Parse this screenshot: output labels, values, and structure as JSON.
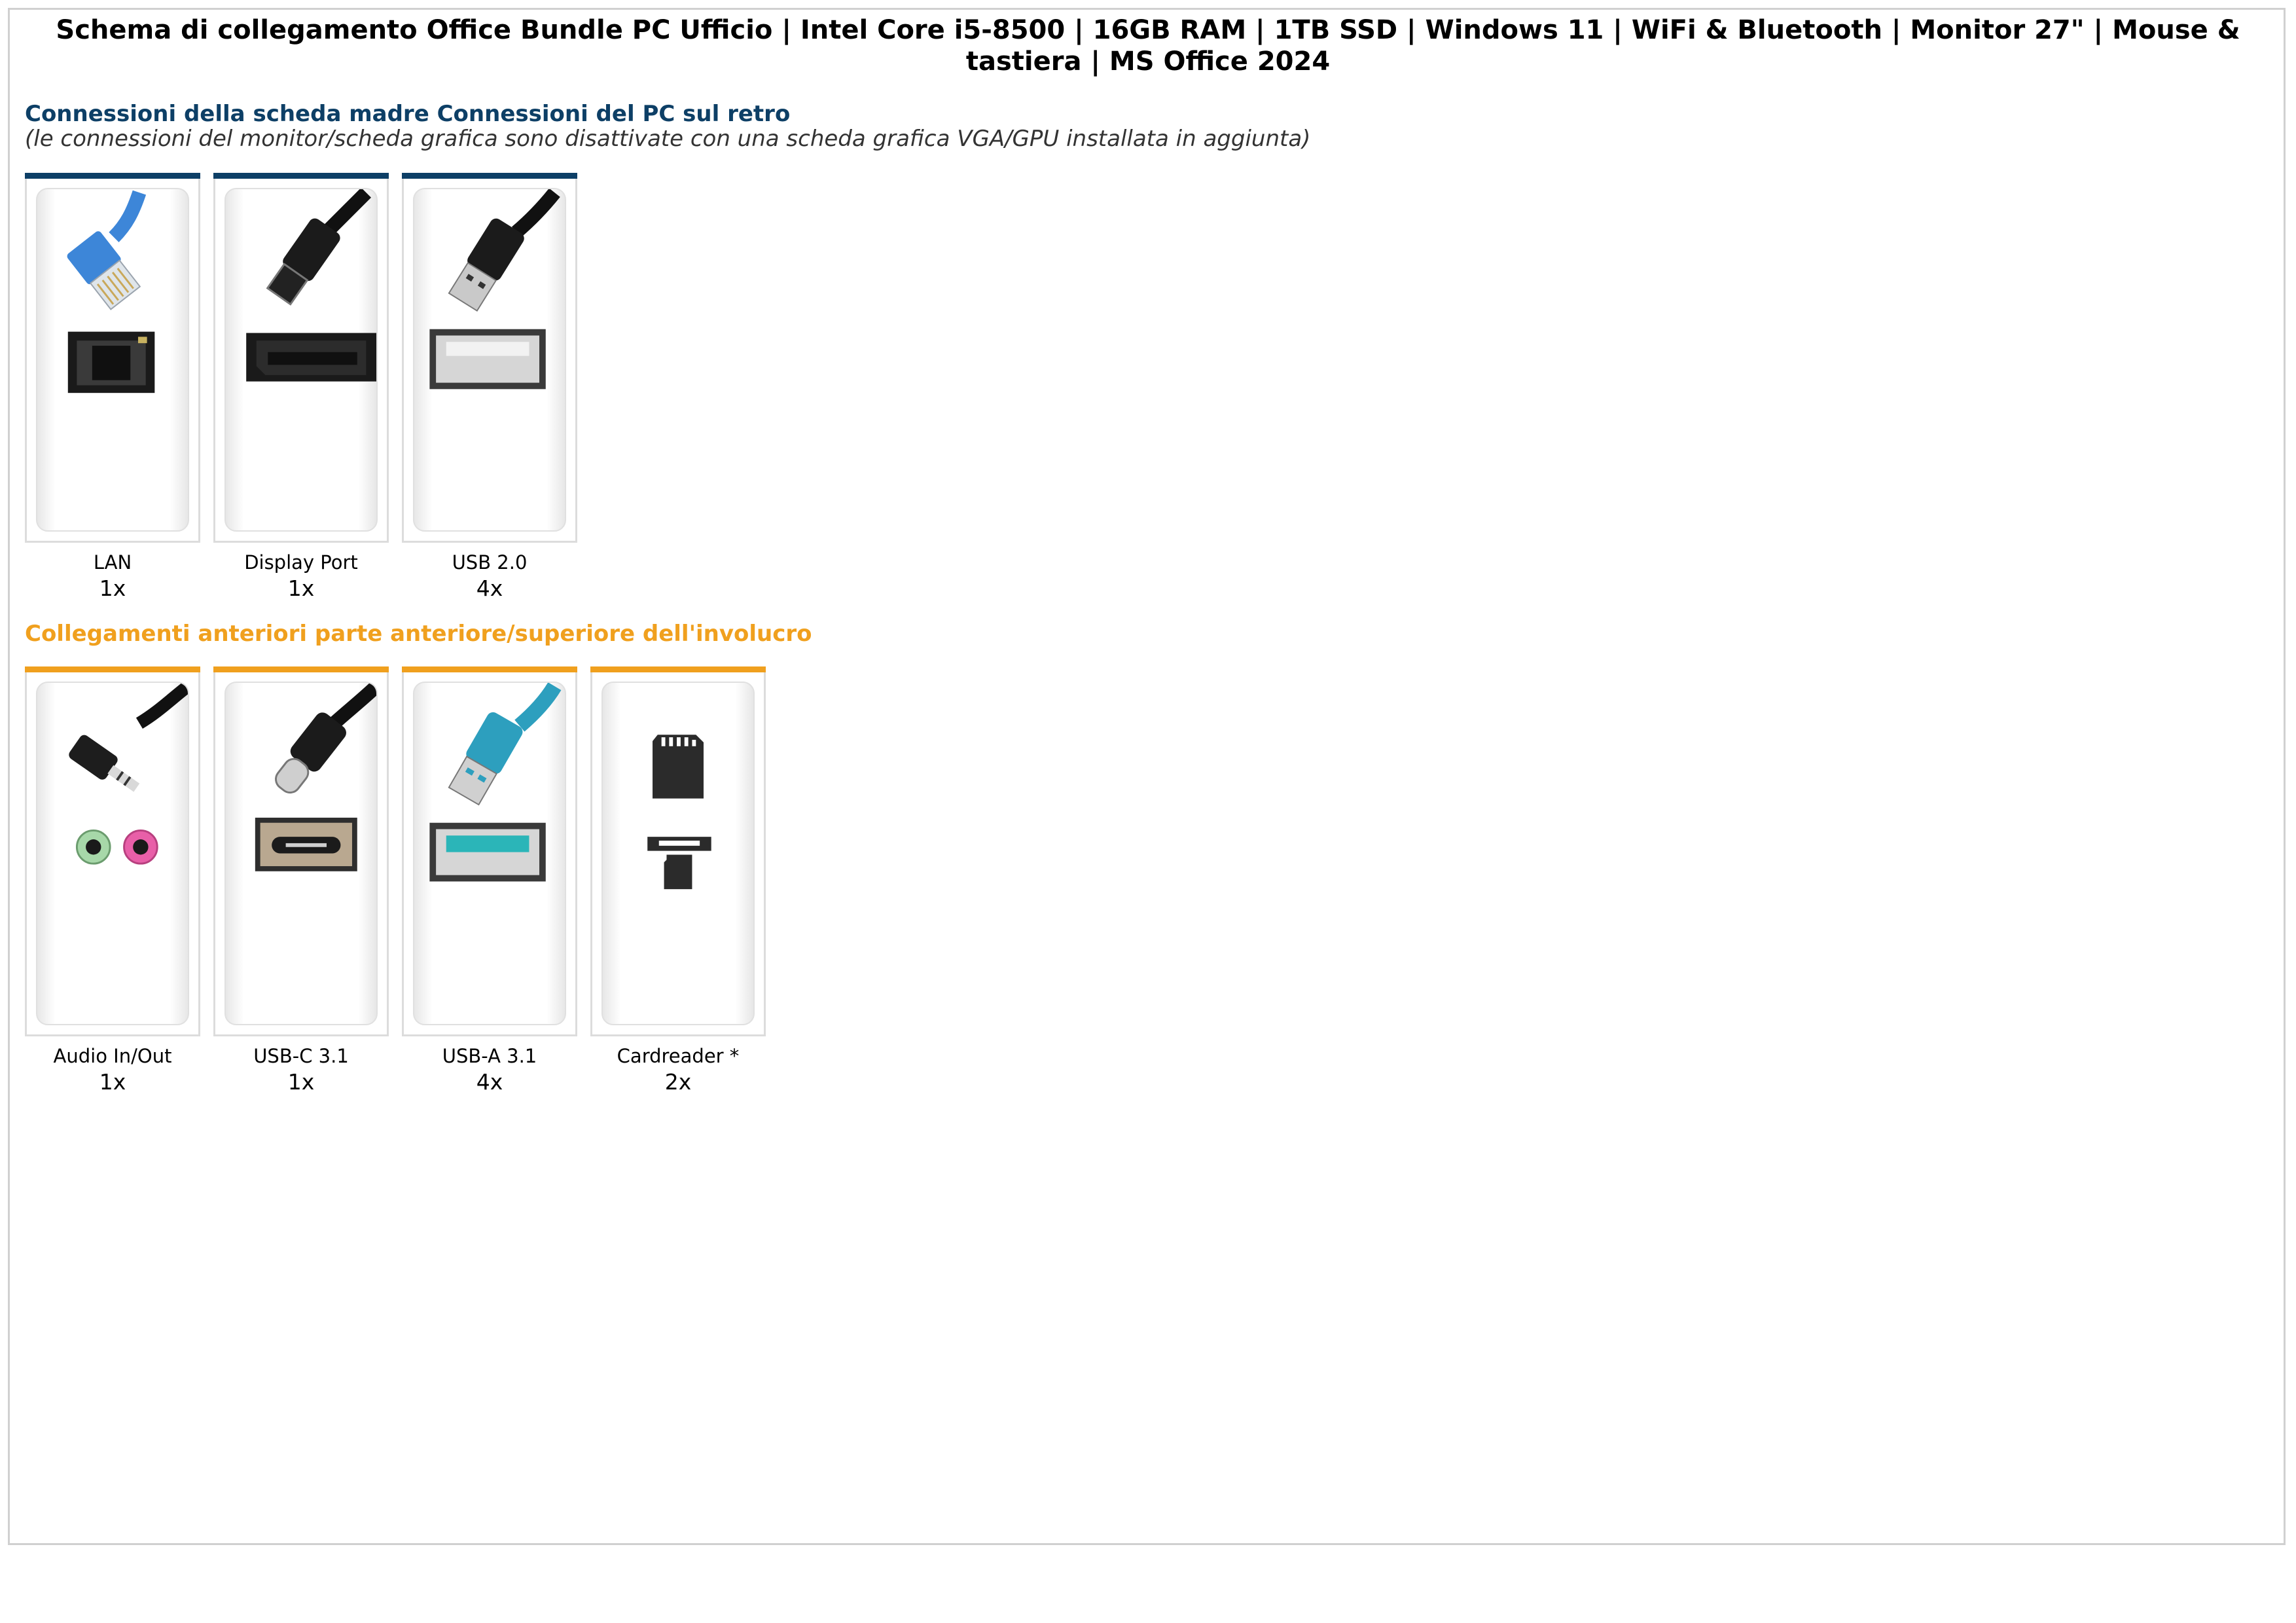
{
  "title": "Schema di collegamento Office Bundle PC Ufficio | Intel Core i5-8500 | 16GB RAM | 1TB SSD | Windows 11 | WiFi & Bluetooth | Monitor 27\" | Mouse & tastiera | MS Office 2024",
  "back_section": {
    "heading": "Connessioni della scheda madre Connessioni del PC sul retro",
    "note": "(le connessioni del monitor/scheda grafica sono disattivate con una scheda grafica VGA/GPU installata in aggiunta)",
    "color": "#0d3f66",
    "ports": [
      {
        "label": "LAN",
        "count": "1x",
        "icon": "lan-port-icon"
      },
      {
        "label": "Display Port",
        "count": "1x",
        "icon": "displayport-icon"
      },
      {
        "label": "USB 2.0",
        "count": "4x",
        "icon": "usb-2-icon"
      }
    ]
  },
  "front_section": {
    "heading": "Collegamenti anteriori parte anteriore/superiore dell'involucro",
    "color": "#f0a01e",
    "ports": [
      {
        "label": "Audio In/Out",
        "count": "1x",
        "icon": "audio-jack-icon"
      },
      {
        "label": "USB-C 3.1",
        "count": "1x",
        "icon": "usb-c-icon"
      },
      {
        "label": "USB-A 3.1",
        "count": "4x",
        "icon": "usb-a-3-icon"
      },
      {
        "label": "Cardreader *",
        "count": "2x",
        "icon": "card-reader-icon"
      }
    ]
  }
}
